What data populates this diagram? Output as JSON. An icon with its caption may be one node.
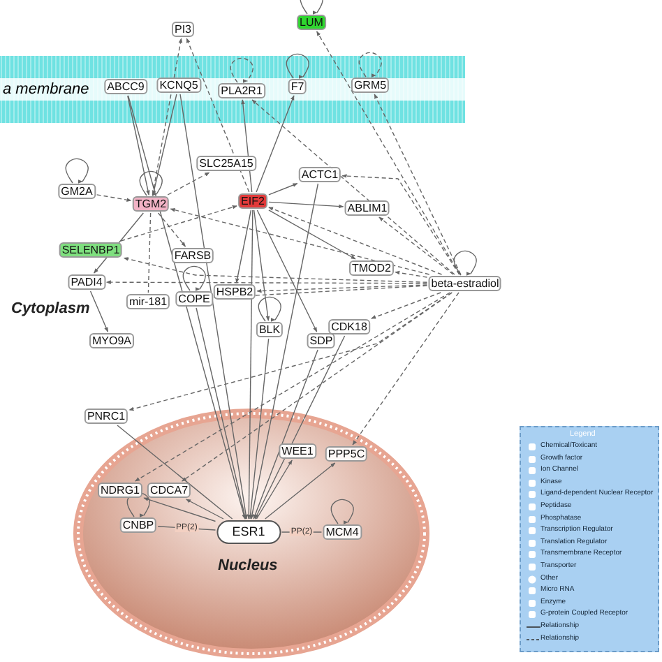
{
  "diagram": {
    "nodes": [
      {
        "text": [
          "a membrane"
        ]
      },
      {
        "text": [
          "PI3"
        ]
      },
      {
        "text": [
          "LUM"
        ]
      },
      {
        "text": [
          "ABCC9"
        ],
        "in": 0
      },
      {
        "text": [
          "KCNQ5"
        ],
        "in": 0
      },
      {
        "text": [
          "PLA2R1"
        ],
        "in": 0
      },
      {
        "text": [
          "F7"
        ],
        "in": 0
      },
      {
        "text": [
          "GRM5"
        ],
        "in": 0
      },
      {
        "text": [
          "SLC25A15"
        ]
      },
      {
        "text": [
          "ACTC1"
        ]
      },
      {
        "text": [
          "GM2A"
        ]
      },
      {
        "text": [
          "TGM2"
        ]
      },
      {
        "text": [
          "EIF2"
        ]
      },
      {
        "text": [
          "ABLIM1"
        ]
      },
      {
        "text": [
          "SELENBP1"
        ]
      },
      {
        "text": [
          "FARSB"
        ]
      },
      {
        "text": [
          "TMOD2"
        ]
      },
      {
        "text": [
          "beta-estradiol"
        ]
      },
      {
        "text": [
          "PADI4"
        ]
      },
      {
        "text": [
          "mir-181"
        ]
      },
      {
        "text": [
          "COPE"
        ]
      },
      {
        "text": [
          "HSPB2"
        ]
      },
      {
        "text": [
          "BLK"
        ]
      },
      {
        "text": [
          "CDK18"
        ]
      },
      {
        "text": [
          "SDP"
        ]
      },
      {
        "text": [
          "MYO9A"
        ]
      },
      {
        "text": [
          "PNRC1"
        ]
      },
      {
        "text": [
          "Nucleus"
        ]
      },
      {
        "text": [
          "WEE1"
        ],
        "in": 27
      },
      {
        "text": [
          "PPP5C"
        ],
        "in": 27
      },
      {
        "text": [
          "NDRG1"
        ],
        "in": 27
      },
      {
        "text": [
          "CDCA7"
        ],
        "in": 27
      },
      {
        "text": [
          "CNBP"
        ],
        "in": 27
      },
      {
        "text": [
          "ESR1"
        ],
        "in": 27
      },
      {
        "text": [
          "MCM4"
        ],
        "in": 27
      }
    ],
    "edges": [
      {
        "from": 17,
        "to": 7,
        "arrow": "to",
        "style": "dashed"
      },
      {
        "from": 17,
        "to": 2,
        "arrow": "to",
        "style": "dashed"
      },
      {
        "from": 17,
        "to": 9,
        "arrow": "to",
        "style": "dashed"
      },
      {
        "from": 17,
        "to": 13,
        "arrow": "to",
        "style": "dashed"
      },
      {
        "from": 17,
        "to": 16,
        "arrow": "to",
        "style": "dashed"
      },
      {
        "from": 17,
        "to": 5,
        "arrow": "to",
        "style": "dashed"
      },
      {
        "from": 17,
        "to": 11,
        "arrow": "to",
        "style": "dashed"
      },
      {
        "from": 17,
        "to": 14,
        "arrow": "to",
        "style": "dashed"
      },
      {
        "from": 17,
        "to": 18,
        "arrow": "to",
        "style": "dashed"
      },
      {
        "from": 17,
        "to": 21,
        "arrow": "to",
        "style": "dashed"
      },
      {
        "from": 17,
        "to": 23,
        "arrow": "to",
        "style": "dashed"
      },
      {
        "from": 17,
        "to": 26,
        "arrow": "to",
        "style": "dashed"
      },
      {
        "from": 17,
        "to": 31,
        "arrow": "to",
        "style": "dashed"
      },
      {
        "from": 17,
        "to": 30,
        "arrow": "to",
        "style": "dashed"
      },
      {
        "from": 17,
        "to": 29,
        "arrow": "to",
        "style": "dashed"
      },
      {
        "from": 17,
        "to": 12,
        "arrow": "to",
        "style": "dashed"
      },
      {
        "from": 17,
        "to": 20,
        "arrow": "to",
        "style": "dashed"
      },
      {
        "from": 3,
        "to": 11,
        "arrow": "to"
      },
      {
        "from": 4,
        "to": 11,
        "arrow": "to"
      },
      {
        "from": 11,
        "to": 1,
        "arrow": "to",
        "style": "dashed"
      },
      {
        "from": 12,
        "to": 1,
        "arrow": "to",
        "style": "dashed"
      },
      {
        "from": 11,
        "to": 8,
        "arrow": "to",
        "style": "dashed"
      },
      {
        "from": 11,
        "to": 15,
        "arrow": "to",
        "style": "dashed"
      },
      {
        "from": 11,
        "to": 18,
        "arrow": "to"
      },
      {
        "from": 11,
        "to": 19,
        "arrow": "none",
        "style": "dashed"
      },
      {
        "from": 10,
        "to": 11,
        "arrow": "to",
        "style": "dashed"
      },
      {
        "from": 14,
        "to": 12,
        "arrow": "to",
        "style": "dashed"
      },
      {
        "from": 12,
        "to": 9,
        "arrow": "to"
      },
      {
        "from": 12,
        "to": 13,
        "arrow": "to"
      },
      {
        "from": 12,
        "to": 16,
        "arrow": "to"
      },
      {
        "from": 12,
        "to": 6,
        "arrow": "to"
      },
      {
        "from": 12,
        "to": 5,
        "arrow": "to"
      },
      {
        "from": 12,
        "to": 22,
        "arrow": "to"
      },
      {
        "from": 12,
        "to": 24,
        "arrow": "to"
      },
      {
        "from": 12,
        "to": 21,
        "arrow": "to"
      },
      {
        "from": 12,
        "to": 33,
        "arrow": "to"
      },
      {
        "from": 33,
        "to": 28,
        "arrow": "to"
      },
      {
        "from": 33,
        "to": 29,
        "arrow": "to"
      },
      {
        "from": 33,
        "to": 30,
        "arrow": "to"
      },
      {
        "from": 33,
        "to": 31,
        "arrow": "to"
      },
      {
        "from": 32,
        "to": 33,
        "arrow": "none",
        "label": "PP(2)"
      },
      {
        "from": 33,
        "to": 34,
        "arrow": "none",
        "label": "PP(2)"
      },
      {
        "from": 20,
        "to": 33,
        "arrow": "to"
      },
      {
        "from": 22,
        "to": 33,
        "arrow": "none"
      },
      {
        "from": 23,
        "to": 33,
        "arrow": "to"
      },
      {
        "from": 24,
        "to": 33,
        "arrow": "to"
      },
      {
        "from": 9,
        "to": 33,
        "arrow": "to"
      },
      {
        "from": 3,
        "to": 33,
        "arrow": "to"
      },
      {
        "from": 4,
        "to": 33,
        "arrow": "to"
      },
      {
        "from": 26,
        "to": 33,
        "arrow": "none"
      },
      {
        "from": 18,
        "to": 25,
        "arrow": "to"
      },
      {
        "from": 10,
        "to": 10,
        "arrow": "to"
      },
      {
        "from": 11,
        "to": 11,
        "arrow": "to"
      },
      {
        "from": 5,
        "to": 5,
        "arrow": "to",
        "style": "dashed"
      },
      {
        "from": 6,
        "to": 6,
        "arrow": "to"
      },
      {
        "from": 7,
        "to": 7,
        "arrow": "to",
        "style": "dashed"
      },
      {
        "from": 2,
        "to": 2,
        "arrow": "to"
      },
      {
        "from": 20,
        "to": 20,
        "arrow": "to"
      },
      {
        "from": 22,
        "to": 22,
        "arrow": "to"
      },
      {
        "from": 32,
        "to": 32,
        "arrow": "to"
      },
      {
        "from": 34,
        "to": 34,
        "arrow": "to"
      },
      {
        "from": 17,
        "to": 17,
        "arrow": "to"
      }
    ],
    "labels": [
      "Cytoplasm",
      "Legend"
    ],
    "legend": [
      {
        "text": "Chemical/Toxicant"
      },
      {
        "text": "Growth factor"
      },
      {
        "text": "Ion Channel"
      },
      {
        "text": "Kinase"
      },
      {
        "text": "Ligand-dependent Nuclear Receptor"
      },
      {
        "text": "Peptidase"
      },
      {
        "text": "Phosphatase"
      },
      {
        "text": "Transcription Regulator"
      },
      {
        "text": "Translation Regulator"
      },
      {
        "text": "Transmembrane Receptor"
      },
      {
        "text": "Transporter"
      },
      {
        "text": "Other"
      },
      {
        "text": "Micro RNA"
      },
      {
        "text": "Enzyme"
      },
      {
        "text": "G-protein Coupled Receptor"
      },
      {
        "text": "Relationship"
      },
      {
        "text": "Relationship"
      }
    ]
  }
}
